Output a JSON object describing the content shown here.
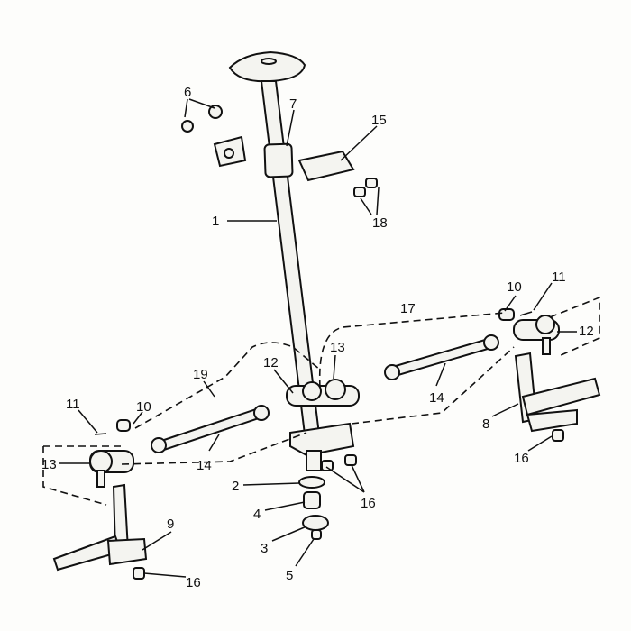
{
  "diagram": {
    "title": "Steering assembly exploded view",
    "labels": {
      "l1": "1",
      "l2": "2",
      "l3": "3",
      "l4": "4",
      "l5": "5",
      "l6": "6",
      "l7": "7",
      "l8": "8",
      "l9": "9",
      "l10a": "10",
      "l10b": "10",
      "l11a": "11",
      "l11b": "11",
      "l12a": "12",
      "l12b": "12",
      "l13a": "13",
      "l13b": "13",
      "l14a": "14",
      "l14b": "14",
      "l15": "15",
      "l16a": "16",
      "l16b": "16",
      "l16c": "16",
      "l17": "17",
      "l18": "18",
      "l19": "19"
    }
  }
}
